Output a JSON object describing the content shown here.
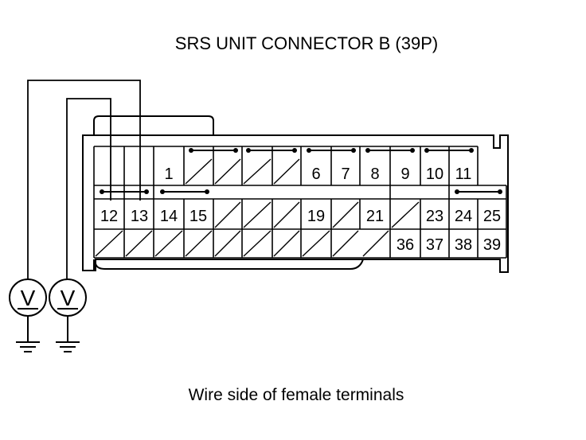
{
  "diagram": {
    "title": "SRS UNIT CONNECTOR B (39P)",
    "caption": "Wire side of female terminals",
    "meter_left_symbol": "V",
    "meter_right_symbol": "V"
  },
  "connector": {
    "top_row": [
      "1",
      "6",
      "7",
      "8",
      "9",
      "10",
      "11"
    ],
    "middle_row": [
      "12",
      "13",
      "14",
      "15",
      "19",
      "21",
      "23",
      "24",
      "25"
    ],
    "bottom_row": [
      "36",
      "37",
      "38",
      "39"
    ]
  }
}
